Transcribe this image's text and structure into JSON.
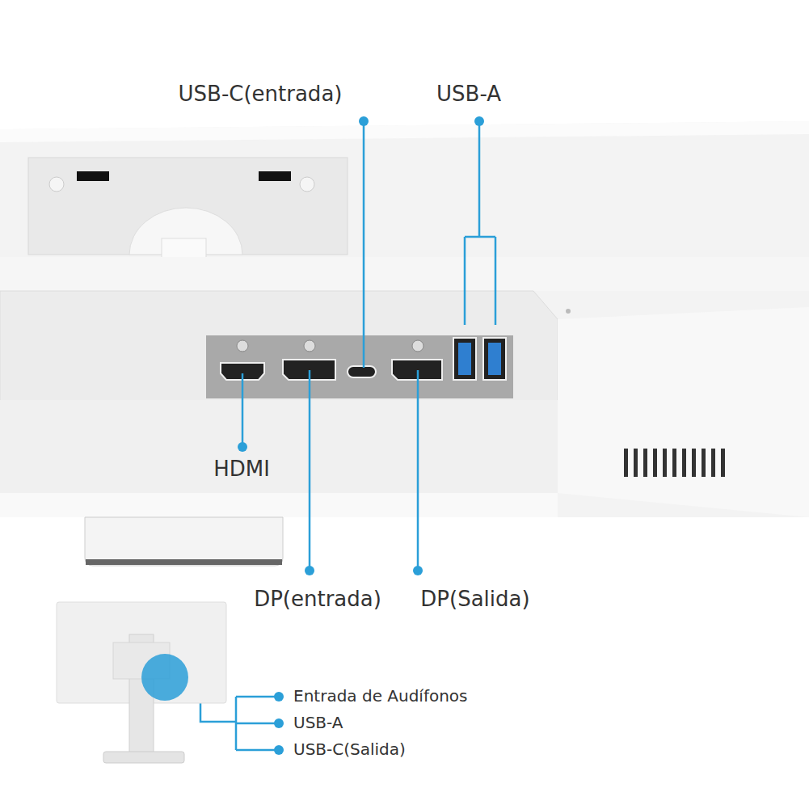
{
  "diagram": {
    "labels": [
      "USB-C(entrada)",
      "USB-A",
      "HDMI",
      "DP(entrada)",
      "DP(Salida)",
      "Entrada de Audífonos",
      "USB-A",
      "USB-C(Salida)"
    ]
  }
}
